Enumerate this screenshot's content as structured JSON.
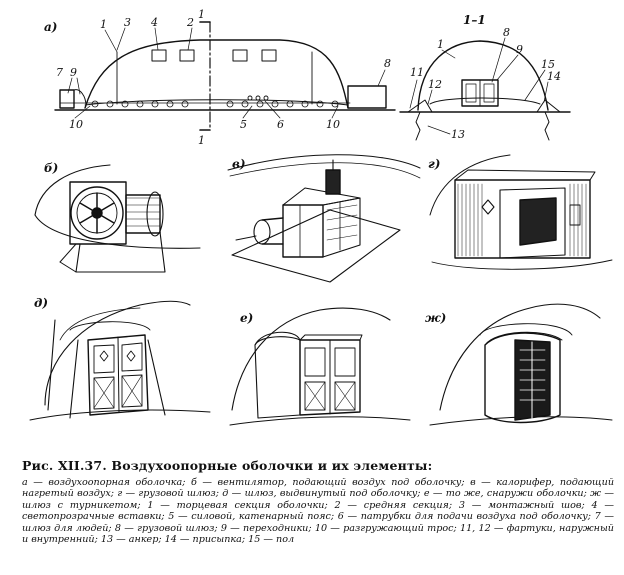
{
  "labels": {
    "a": "а)",
    "b": "б)",
    "v": "в)",
    "g": "г)",
    "d": "д)",
    "e": "е)",
    "zh": "ж)",
    "section": "1–1",
    "cut": "1",
    "n1": "1",
    "n2": "2",
    "n3": "3",
    "n4": "4",
    "n5": "5",
    "n6": "6",
    "n7": "7",
    "n8": "8",
    "n9": "9",
    "n10": "10",
    "n11": "11",
    "n12": "12",
    "n13": "13",
    "n14": "14",
    "n15": "15"
  },
  "caption": "Рис. XII.37. Воздухоопорные оболочки и их элементы:",
  "legend": "а — воздухоопорная оболочка; б — вентилятор, подающий воздух под оболочку; в — калорифер, подающий нагретый воздух; г — грузовой шлюз; д — шлюз, выдвинутый под оболочку; е — то же, снаружи оболочки; ж — шлюз с турникетом; 1 — торцевая секция оболочки; 2 — средняя секция; 3 — монтажный шов; 4 — светопрозрачные вставки; 5 — силовой, катенарный пояс; 6 — патрубки для подачи воздуха под оболочку; 7 — шлюз для людей; 8 — грузовой шлюз; 9 — переходники; 10 — разгружающий трос; 11, 12 — фартуки, наружный и внутренний; 13 — анкер; 14 — присыпка; 15 — пол"
}
